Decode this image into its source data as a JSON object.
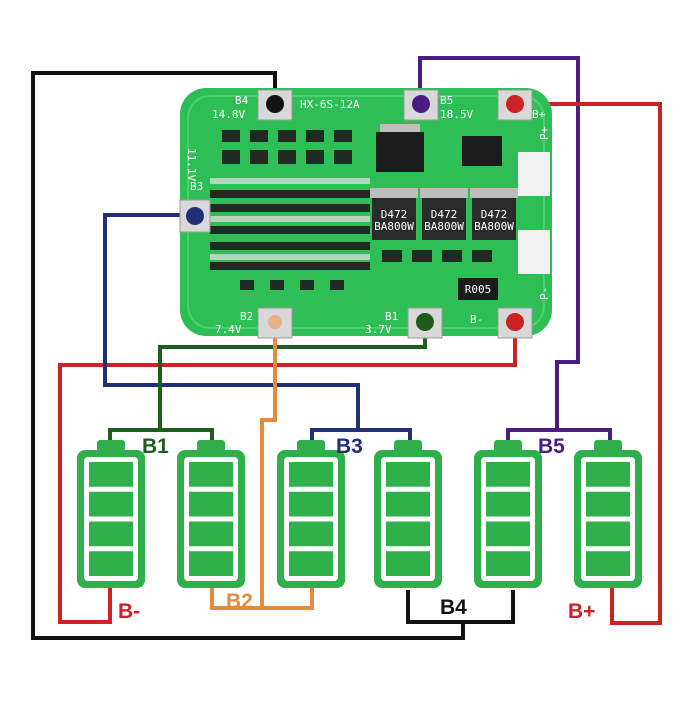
{
  "board": {
    "model": "HX-6S-12A",
    "resistor": "R005",
    "mosfet": "D472",
    "mosfet_sub": "BA800W",
    "pads": {
      "b4": {
        "name": "B4",
        "voltage": "14.8V"
      },
      "b5": {
        "name": "B5",
        "voltage": "18.5V"
      },
      "b3": {
        "name": "B3",
        "voltage": "11.1V"
      },
      "b2": {
        "name": "B2",
        "voltage": "7.4V"
      },
      "b1": {
        "name": "B1",
        "voltage": "3.7V"
      },
      "pplus": "P+",
      "pminus": "P-",
      "bplus": "B+",
      "bminus": "B-"
    }
  },
  "labels": {
    "b1": "B1",
    "b2": "B2",
    "b3": "B3",
    "b4": "B4",
    "b5": "B5",
    "bminus": "B-",
    "bplus": "B+"
  },
  "colors": {
    "black": "#111111",
    "purple": "#4b1c82",
    "red": "#cc2222",
    "navy": "#1f2f7a",
    "green": "#1f5d1f",
    "orange": "#e88a3c",
    "pcb": "#2dbf55",
    "cell": "#2fb04a"
  }
}
